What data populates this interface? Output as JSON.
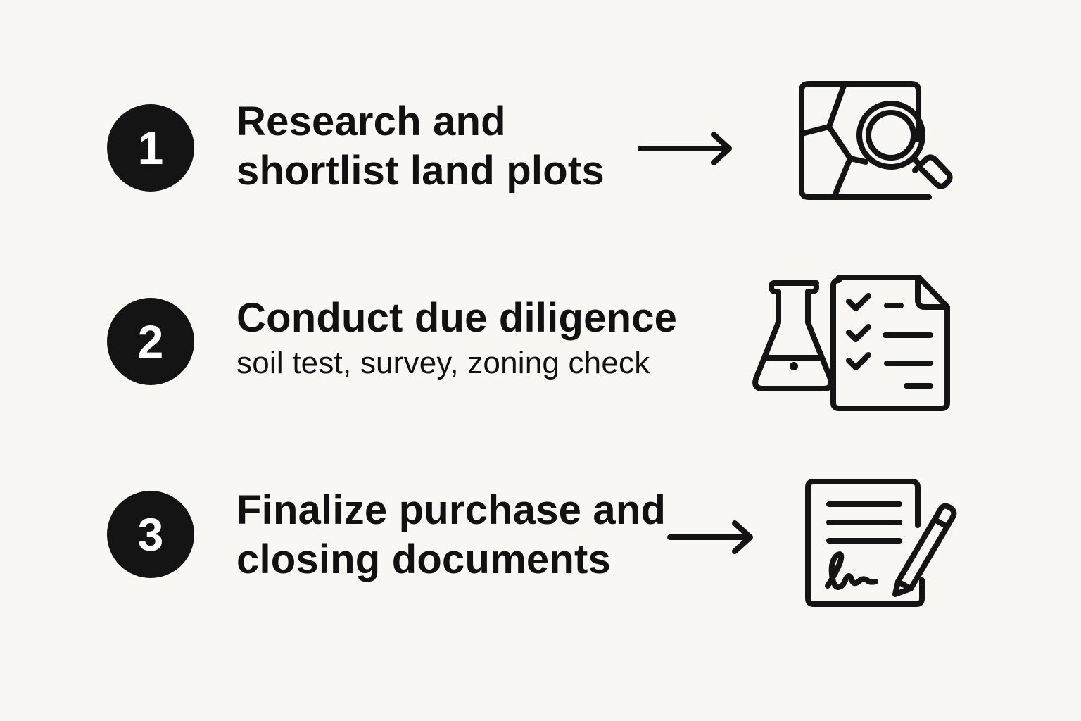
{
  "steps": [
    {
      "number": "1",
      "title_lines": [
        "Research and",
        "shortlist land plots"
      ],
      "subtitle": "",
      "icon": "map-magnifier-icon",
      "has_arrow": true
    },
    {
      "number": "2",
      "title_lines": [
        "Conduct due diligence"
      ],
      "subtitle": "soil test, survey, zoning check",
      "icon": "flask-checklist-icon",
      "has_arrow": false
    },
    {
      "number": "3",
      "title_lines": [
        "Finalize purchase and",
        "closing documents"
      ],
      "subtitle": "",
      "icon": "signed-document-pen-icon",
      "has_arrow": true
    }
  ],
  "colors": {
    "background": "#f8f7f3",
    "ink": "#141414",
    "badge_text": "#ffffff"
  }
}
